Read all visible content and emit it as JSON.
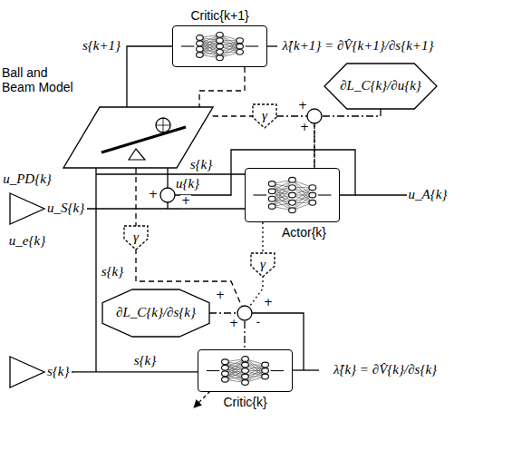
{
  "diagram": {
    "nodes": [
      {
        "text": [
          "Critic{k+1}"
        ]
      },
      {
        "text": [
          "Ball and Beam Model"
        ]
      },
      {
        "text": [
          "∂L_C{k}/∂u{k}"
        ]
      },
      {
        "text": [
          "γ"
        ]
      },
      {
        "text": [
          "γ"
        ]
      },
      {
        "text": [
          "u_S{k}"
        ]
      },
      {
        "text": [
          "Actor{k}"
        ]
      },
      {
        "text": [
          "γ"
        ]
      },
      {
        "text": [
          "∂L_C{k}/∂s{k}"
        ]
      },
      {
        "text": [
          "s{k}"
        ]
      },
      {
        "text": [
          "Critic{k}"
        ]
      }
    ],
    "edges": [
      {
        "from": 1,
        "to": 0,
        "arrow": "none",
        "label": "s{k+1}"
      },
      {
        "from": 0,
        "to": 1,
        "arrow": "none"
      },
      {
        "from": 1,
        "to": 3,
        "arrow": "none"
      },
      {
        "from": 1,
        "to": 4,
        "arrow": "none"
      },
      {
        "from": 2,
        "to": 6,
        "arrow": "none"
      },
      {
        "from": 3,
        "to": 6,
        "arrow": "none"
      },
      {
        "from": 5,
        "to": 6,
        "arrow": "none"
      },
      {
        "from": 6,
        "to": 7,
        "arrow": "none"
      },
      {
        "from": 8,
        "to": 10,
        "arrow": "none"
      },
      {
        "from": 9,
        "to": 10,
        "arrow": "none"
      }
    ],
    "labels": [
      "λ̂{k+1} = ∂V̂{k+1}/∂s{k+1}",
      "+",
      "+",
      "u{k}",
      "+",
      "+",
      "s{k}",
      "u_PD{k}",
      "u_A{k}",
      "u_e{k}",
      "s{k}",
      "+",
      "+",
      "+",
      "-",
      "s{k}",
      "λ̂{k} = ∂V̂{k}/∂s{k}"
    ]
  }
}
